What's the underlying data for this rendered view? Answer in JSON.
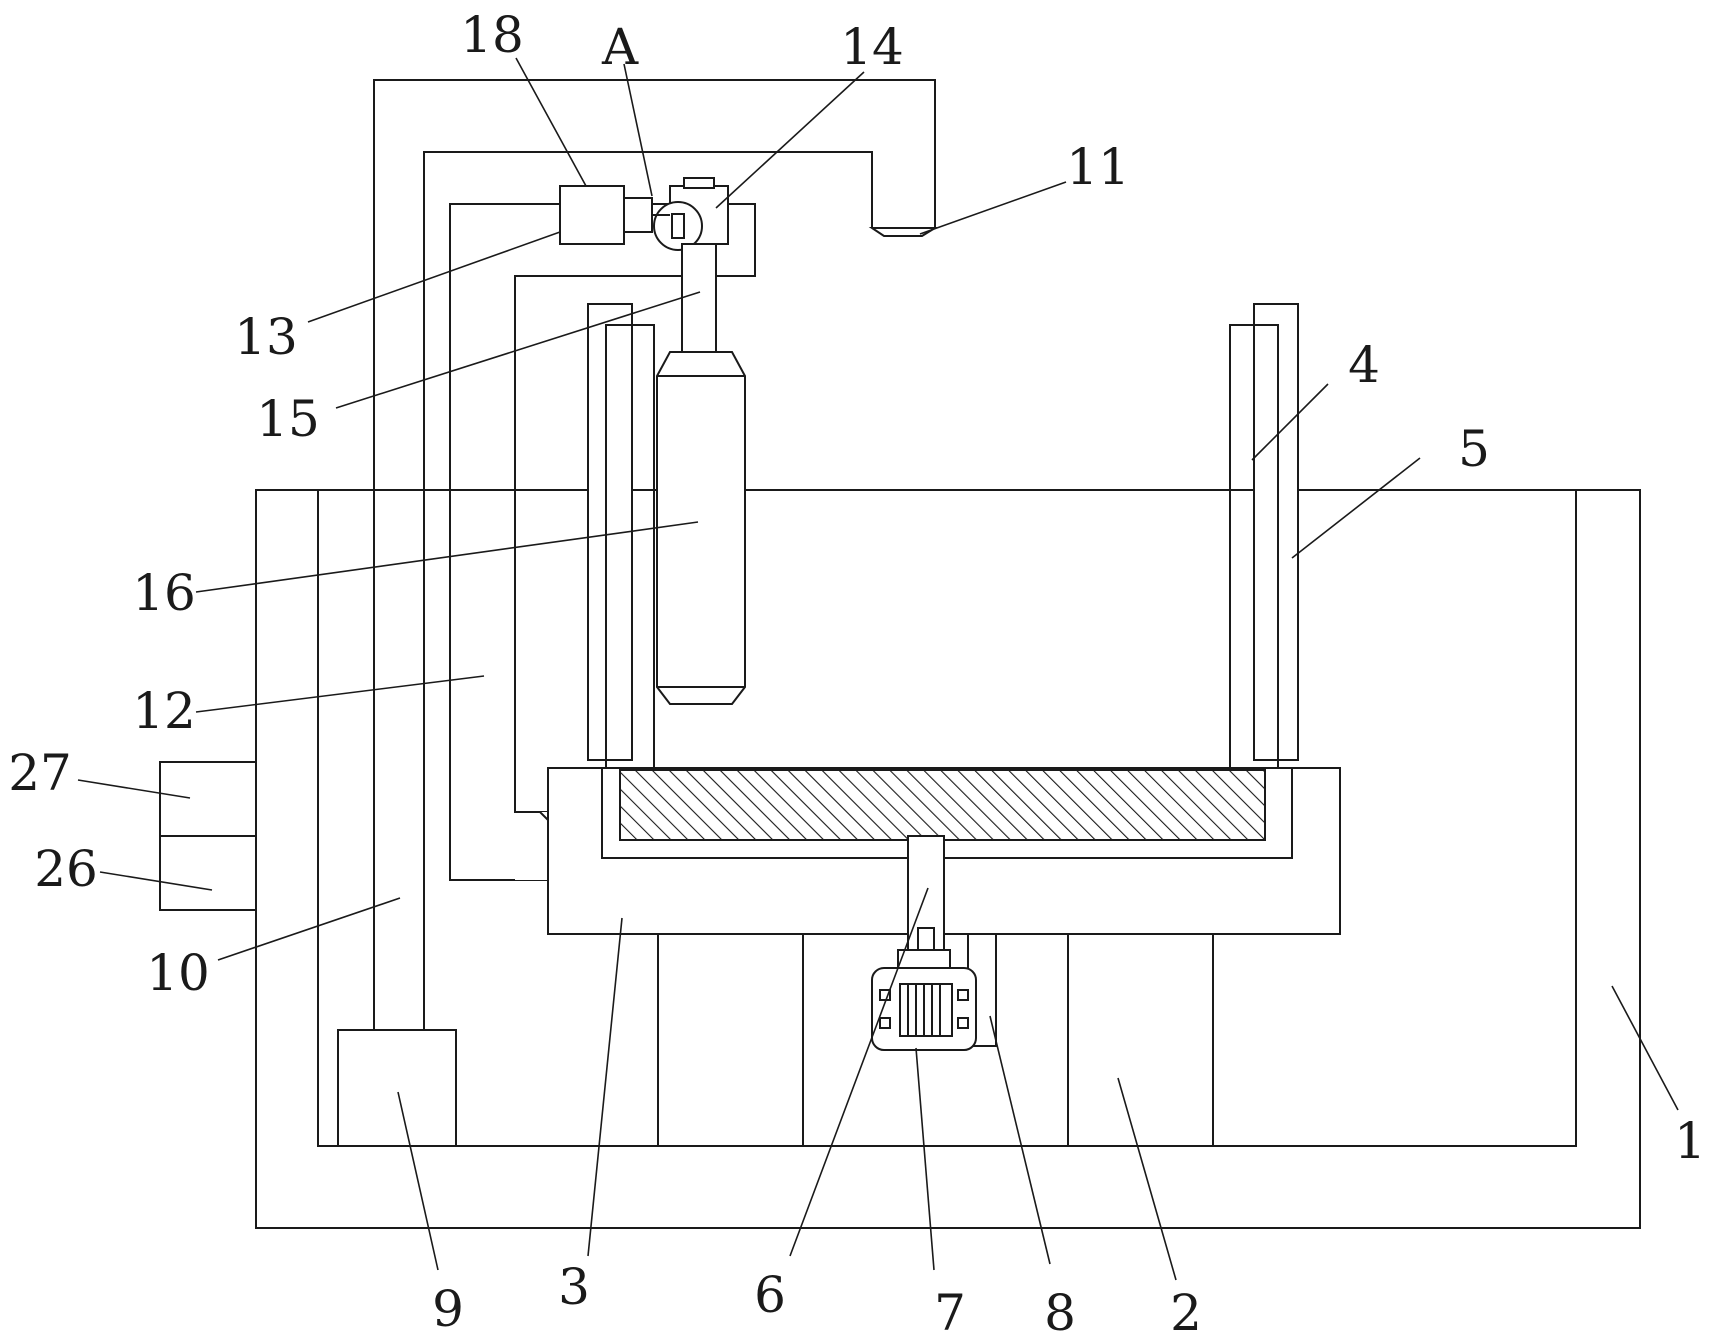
{
  "figure": {
    "labels": [
      {
        "key": "l18",
        "text": "18"
      },
      {
        "key": "lA",
        "text": "A"
      },
      {
        "key": "l14",
        "text": "14"
      },
      {
        "key": "l11",
        "text": "11"
      },
      {
        "key": "l13",
        "text": "13"
      },
      {
        "key": "l15",
        "text": "15"
      },
      {
        "key": "l4",
        "text": "4"
      },
      {
        "key": "l5",
        "text": "5"
      },
      {
        "key": "l16",
        "text": "16"
      },
      {
        "key": "l12",
        "text": "12"
      },
      {
        "key": "l27",
        "text": "27"
      },
      {
        "key": "l26",
        "text": "26"
      },
      {
        "key": "l10",
        "text": "10"
      },
      {
        "key": "l1",
        "text": "1"
      },
      {
        "key": "l9",
        "text": "9"
      },
      {
        "key": "l3",
        "text": "3"
      },
      {
        "key": "l6",
        "text": "6"
      },
      {
        "key": "l7",
        "text": "7"
      },
      {
        "key": "l8",
        "text": "8"
      },
      {
        "key": "l2",
        "text": "2"
      }
    ]
  }
}
